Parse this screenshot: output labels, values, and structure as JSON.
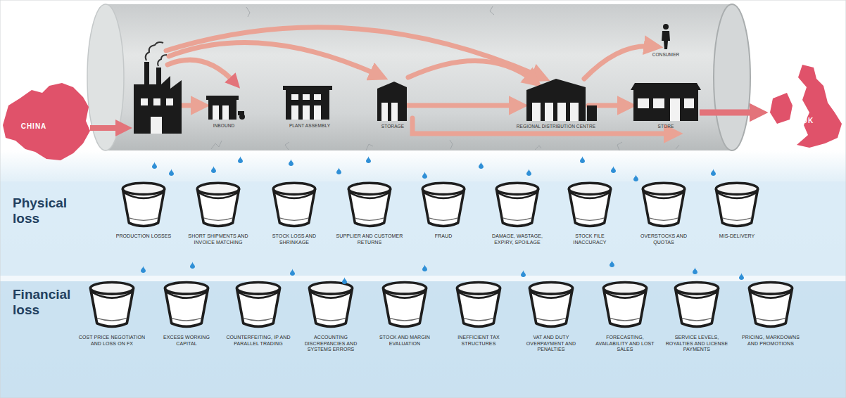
{
  "diagram": {
    "nodes": [
      {
        "text": [
          "Physical loss"
        ]
      },
      {
        "text": [
          "Financial loss"
        ]
      }
    ],
    "labels": [
      "CHINA",
      "UK",
      "INBOUND",
      "PLANT ASSEMBLY",
      "STORAGE",
      "REGIONAL DISTRIBUTION CENTRE",
      "STORE",
      "CONSUMER",
      "PRODUCTION LOSSES",
      "SHORT SHIPMENTS AND INVOICE MATCHING",
      "STOCK LOSS AND SHRINKAGE",
      "SUPPLIER AND CUSTOMER RETURNS",
      "FRAUD",
      "DAMAGE, WASTAGE, EXPIRY, SPOILAGE",
      "STOCK FILE INACCURACY",
      "OVERSTOCKS AND QUOTAS",
      "MIS-DELIVERY",
      "COST PRICE NEGOTIATION AND LOSS ON FX",
      "EXCESS WORKING CAPITAL",
      "COUNTERFEITING, IP AND PARALLEL TRADING",
      "ACCOUNTING DISCREPANCIES AND SYSTEMS ERRORS",
      "STOCK AND MARGIN EVALUATION",
      "INEFFICIENT TAX STRUCTURES",
      "VAT AND DUTY OVERPAYMENT AND PENALTIES",
      "FORECASTING, AVAILABILITY AND LOST SALES",
      "SERVICE LEVELS, ROYALTIES AND LICENSE PAYMENTS",
      "PRICING, MARKDOWNS AND PROMOTIONS"
    ]
  }
}
